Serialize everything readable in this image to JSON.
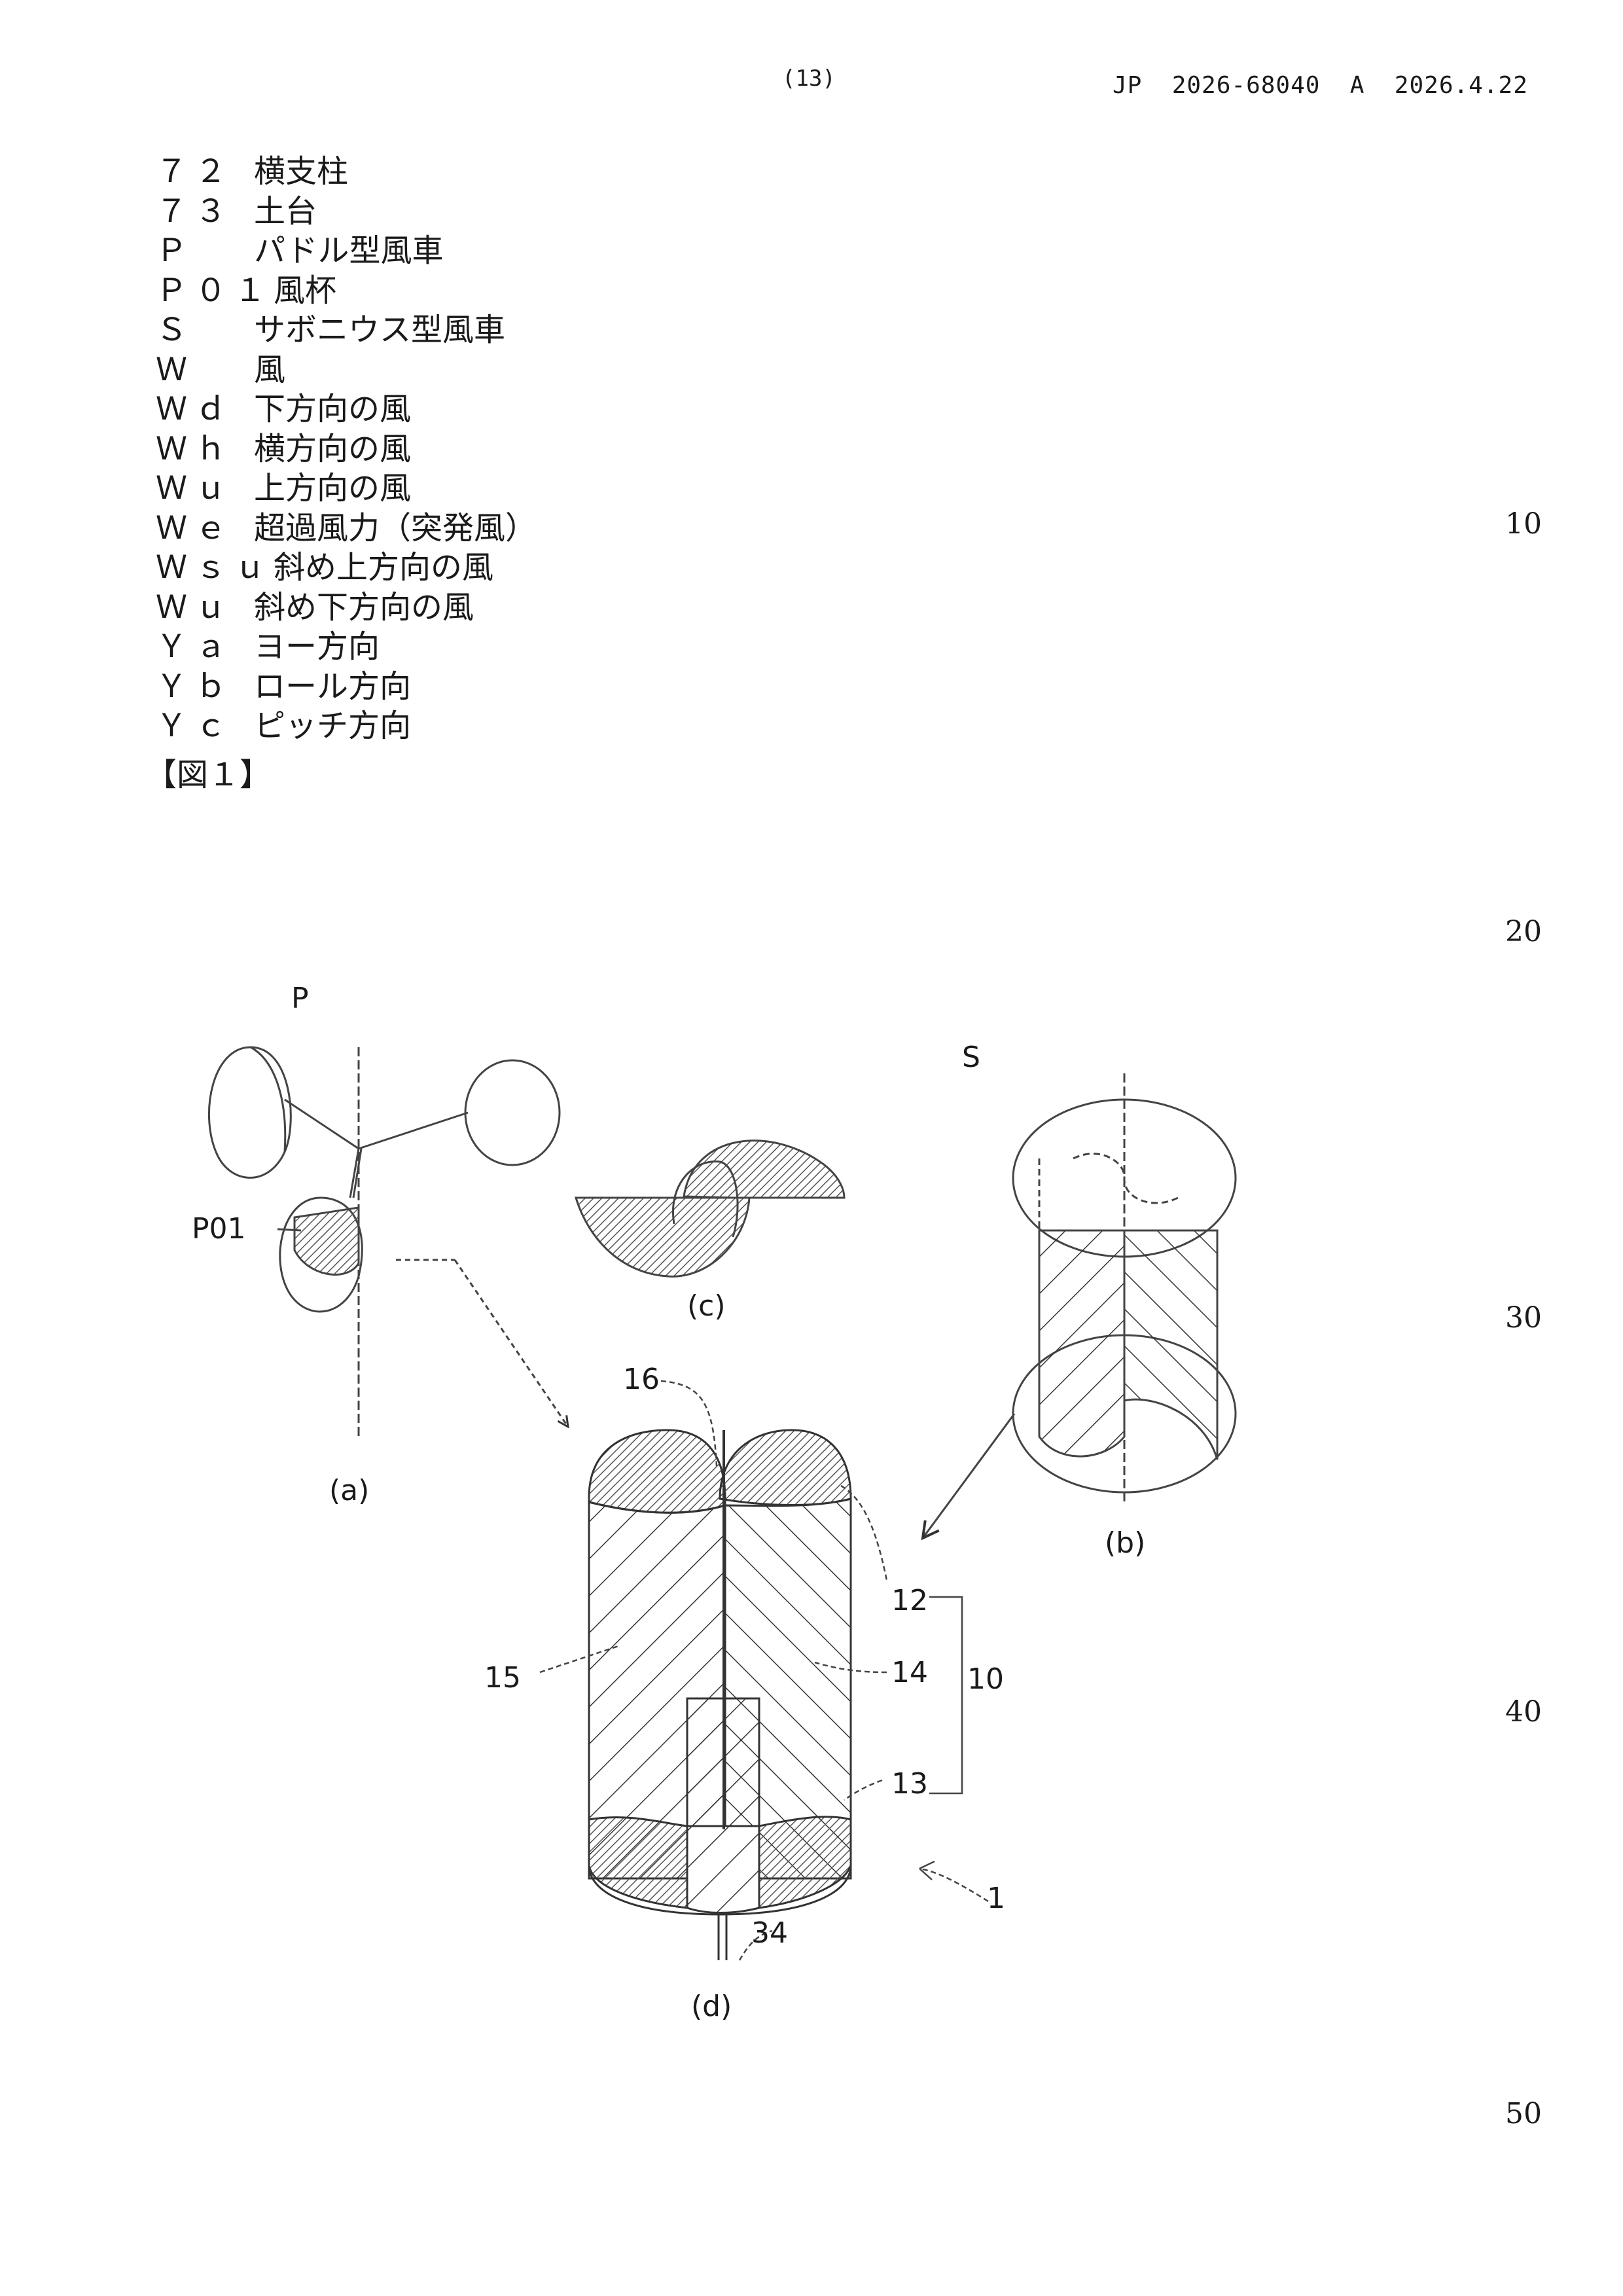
{
  "header": {
    "page_number": "(13)",
    "publication": "JP  2026-68040  A  2026.4.22"
  },
  "legend": [
    {
      "code": "７２",
      "label": "横支柱"
    },
    {
      "code": "７３",
      "label": "土台"
    },
    {
      "code": "Ｐ",
      "label": "パドル型風車"
    },
    {
      "code": "Ｐ０１",
      "label": "風杯"
    },
    {
      "code": "Ｓ",
      "label": "サボニウス型風車"
    },
    {
      "code": "Ｗ",
      "label": "風"
    },
    {
      "code": "Ｗｄ",
      "label": "下方向の風"
    },
    {
      "code": "Ｗｈ",
      "label": "横方向の風"
    },
    {
      "code": "Ｗｕ",
      "label": "上方向の風"
    },
    {
      "code": "Ｗｅ",
      "label": "超過風力（突発風）"
    },
    {
      "code": "Ｗｓｕ",
      "label": "斜め上方向の風"
    },
    {
      "code": "Ｗｕ",
      "label": "斜め下方向の風"
    },
    {
      "code": "Ｙａ",
      "label": "ヨー方向"
    },
    {
      "code": "Ｙｂ",
      "label": "ロール方向"
    },
    {
      "code": "Ｙｃ",
      "label": "ピッチ方向"
    }
  ],
  "figure_caption": "【図１】",
  "line_numbers": [
    "10",
    "20",
    "30",
    "40",
    "50"
  ],
  "figure_labels": {
    "P": "P",
    "S": "S",
    "P01": "P01",
    "a": "(a)",
    "b": "(b)",
    "c": "(c)",
    "d": "(d)",
    "n16": "16",
    "n12": "12",
    "n15": "15",
    "n14": "14",
    "n10": "10",
    "n13": "13",
    "n34": "34",
    "n1": "1"
  }
}
